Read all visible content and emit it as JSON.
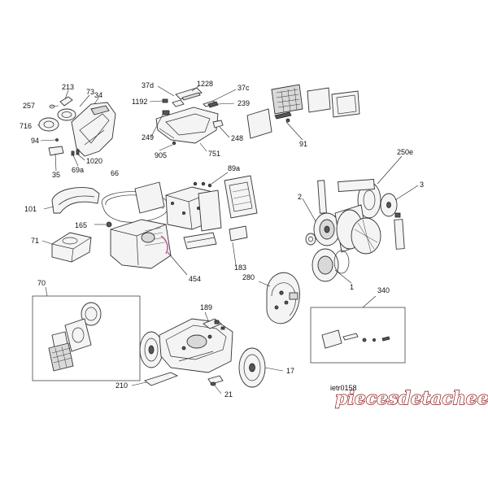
{
  "diagram": {
    "reference_code": "ietr0158",
    "watermark": "piecesdetachees-elec.com",
    "labels": {
      "l213": "213",
      "l73": "73",
      "l257": "257",
      "l34": "34",
      "l716": "716",
      "l94": "94",
      "l35": "35",
      "l69a": "69a",
      "l1020": "1020",
      "l37d": "37d",
      "l1228": "1228",
      "l37c": "37c",
      "l1192": "1192",
      "l239": "239",
      "l249": "249",
      "l248": "248",
      "l905": "905",
      "l751": "751",
      "l91": "91",
      "l250e": "250e",
      "l66": "66",
      "l89a": "89a",
      "l2": "2",
      "l3": "3",
      "l101": "101",
      "l165": "165",
      "l71": "71",
      "l1": "1",
      "l454": "454",
      "l183": "183",
      "l280": "280",
      "l70": "70",
      "l340": "340",
      "l189": "189",
      "l17": "17",
      "l210": "210",
      "l21": "21"
    }
  }
}
